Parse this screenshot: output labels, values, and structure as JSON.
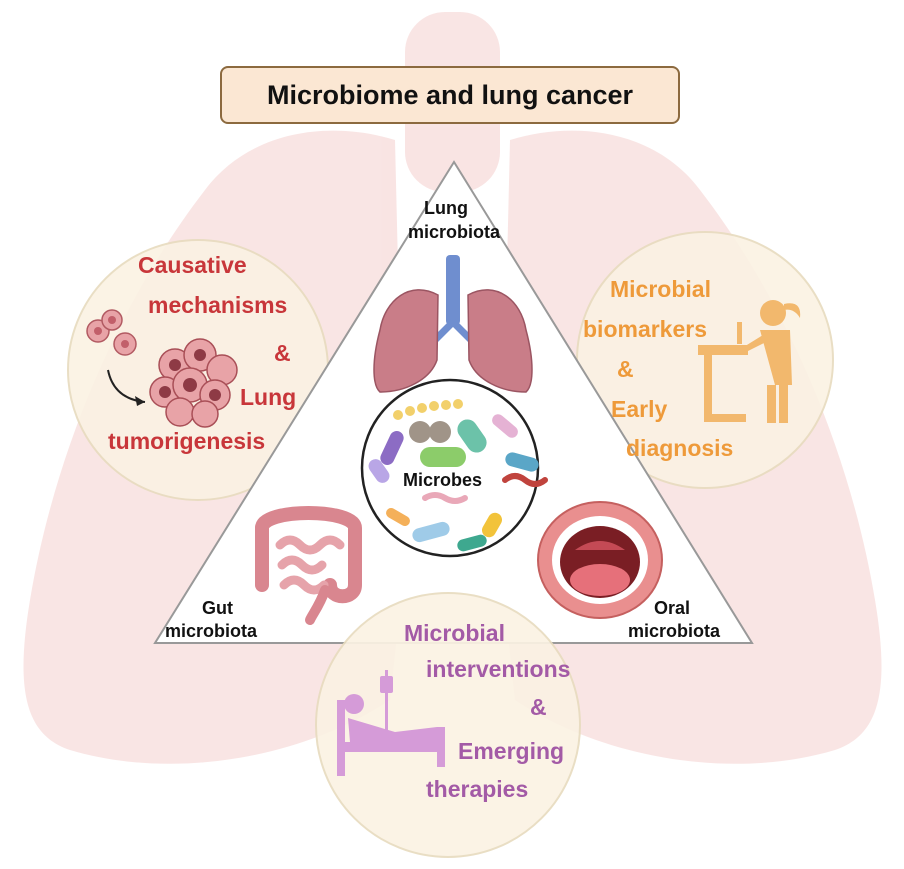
{
  "title": "Microbiome and lung cancer",
  "center": "Microbes",
  "vertices": {
    "lung": [
      "Lung",
      "microbiota"
    ],
    "gut": [
      "Gut",
      "microbiota"
    ],
    "oral": [
      "Oral",
      "microbiota"
    ]
  },
  "themes": {
    "causative": {
      "lines": [
        "Causative",
        "mechanisms",
        "&",
        "Lung",
        "tumorigenesis"
      ],
      "color": "#c8363a"
    },
    "biomarkers": {
      "lines": [
        "Microbial",
        "biomarkers",
        "&",
        "Early",
        "diagnosis"
      ],
      "color": "#ee9a3a"
    },
    "interventions": {
      "lines": [
        "Microbial",
        "interventions",
        "&",
        "Emerging",
        "therapies"
      ],
      "color": "#a35aa6"
    }
  },
  "icons": [
    "lung-organ-icon",
    "microbes-icon",
    "tumor-cells-icon",
    "scientist-lab-icon",
    "intestine-icon",
    "open-mouth-icon",
    "hospital-bed-icon"
  ]
}
